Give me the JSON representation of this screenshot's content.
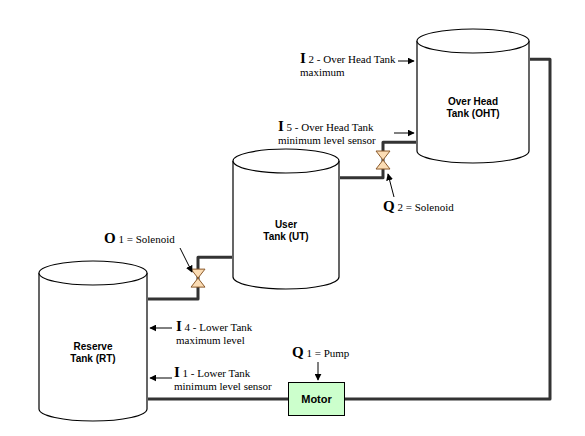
{
  "diagram": {
    "nodes": [
      {
        "text": [
          "Over Head Tank (OHT)"
        ]
      },
      {
        "text": [
          "User Tank (UT)"
        ]
      },
      {
        "text": [
          "Reserve Tank (RT)"
        ]
      },
      {
        "text": [
          "Motor"
        ]
      }
    ],
    "edges": [
      {
        "from": 0,
        "to": 1,
        "arrow": "none"
      },
      {
        "from": 1,
        "to": 2,
        "arrow": "none"
      },
      {
        "from": 2,
        "to": 3,
        "arrow": "none"
      },
      {
        "from": 3,
        "to": 0,
        "arrow": "none"
      }
    ],
    "labels": [
      "I 2 - Over Head Tank maximum",
      "I 5 - Over Head Tank minimum level sensor",
      "Q 2 = Solenoid",
      "O 1 = Solenoid",
      "I 4 - Lower Tank maximum level",
      "Q 1 = Pump",
      "I 1 - Lower Tank minimum level sensor"
    ]
  }
}
